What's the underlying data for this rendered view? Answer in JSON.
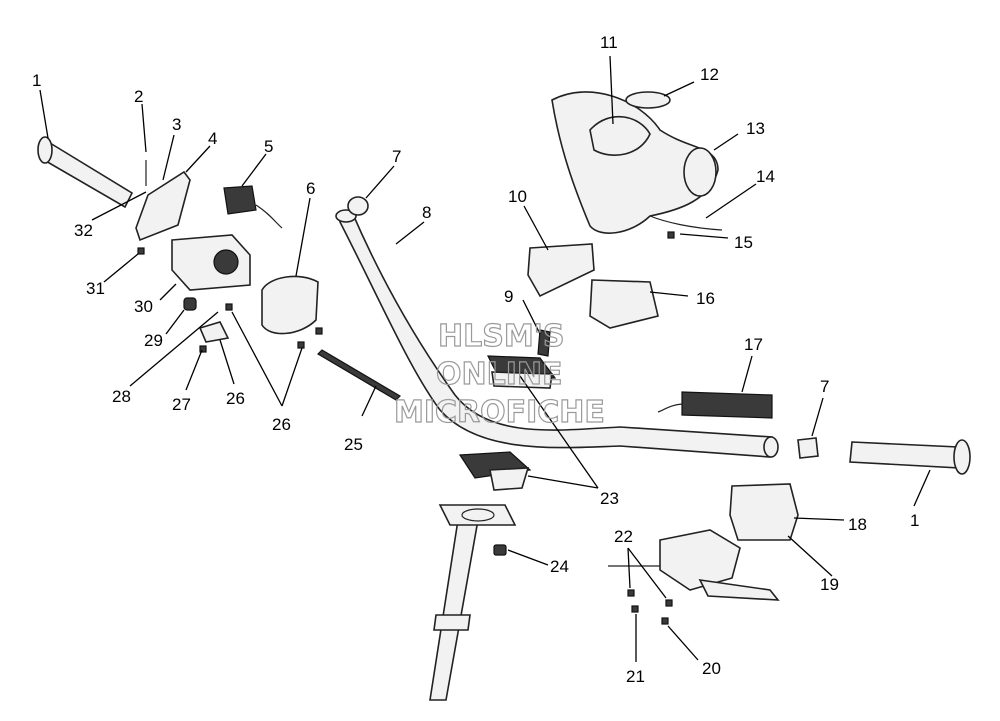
{
  "callouts": [
    "1",
    "2",
    "3",
    "4",
    "5",
    "6",
    "7",
    "8",
    "9",
    "10",
    "11",
    "12",
    "13",
    "14",
    "15",
    "16",
    "17",
    "7",
    "1",
    "18",
    "19",
    "20",
    "21",
    "22",
    "23",
    "24",
    "25",
    "26",
    "26",
    "27",
    "28",
    "29",
    "30",
    "31",
    "32"
  ],
  "watermark": [
    "HLSM'S",
    "ONLINE",
    "MICROFICHE"
  ]
}
